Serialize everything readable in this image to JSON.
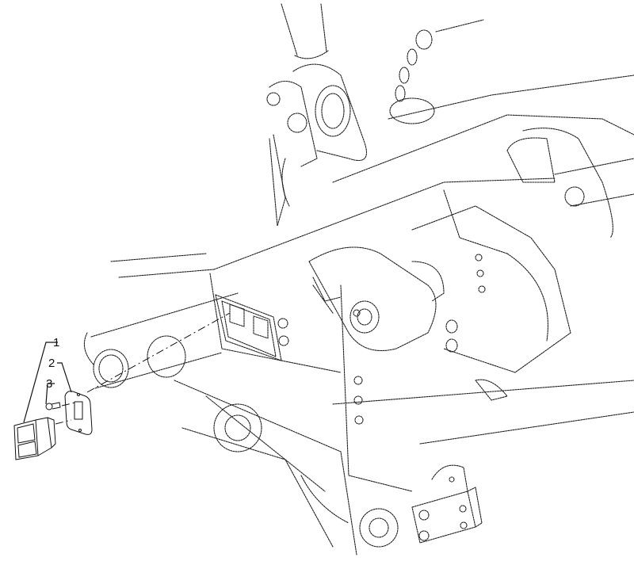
{
  "diagram": {
    "type": "exploded parts view",
    "subject": "tractor front hitch / frame assembly",
    "callouts": [
      {
        "id": "1",
        "label": "1",
        "part": "connector plug"
      },
      {
        "id": "2",
        "label": "2",
        "part": "mounting plate"
      },
      {
        "id": "3",
        "label": "3",
        "part": "screw"
      }
    ]
  },
  "colors": {
    "line": "#222222",
    "background": "#ffffff"
  }
}
